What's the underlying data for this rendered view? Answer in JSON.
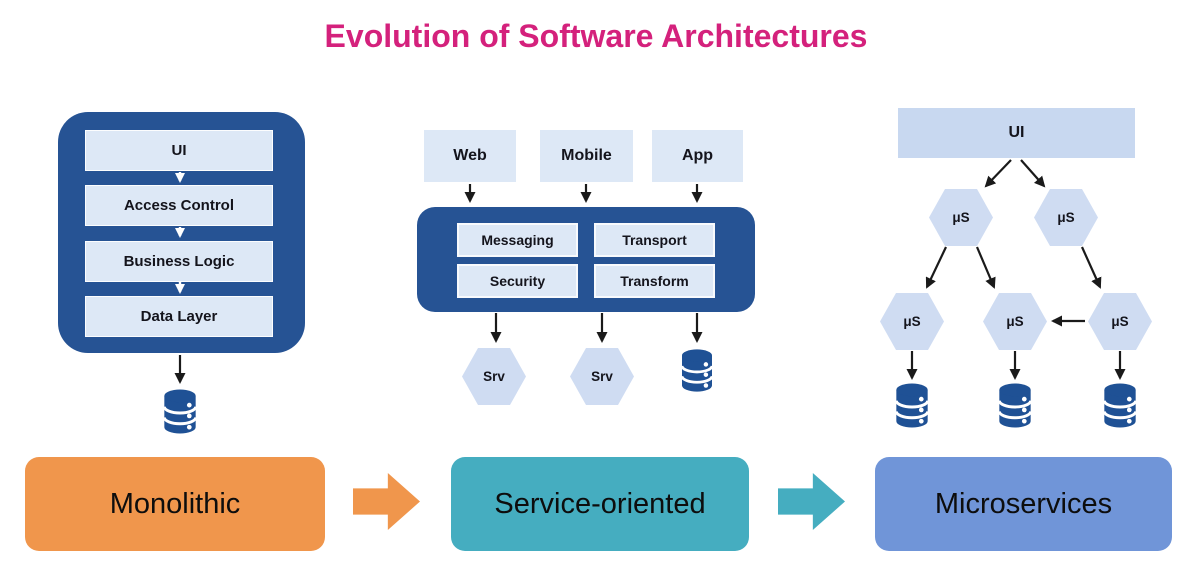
{
  "title": "Evolution of Software Architectures",
  "monolith": {
    "layers": [
      "UI",
      "Access Control",
      "Business Logic",
      "Data Layer"
    ]
  },
  "soa": {
    "clients": [
      "Web",
      "Mobile",
      "App"
    ],
    "esb_components": [
      "Messaging",
      "Transport",
      "Security",
      "Transform"
    ],
    "service_nodes": [
      "Srv",
      "Srv"
    ]
  },
  "micro": {
    "ui_label": "UI",
    "nodes": [
      "μS",
      "μS",
      "μS",
      "μS",
      "μS"
    ]
  },
  "stages": [
    "Monolithic",
    "Service-oriented",
    "Microservices"
  ],
  "icons": {
    "database": "database-icon (stacked cylinder)"
  },
  "colors": {
    "title-pink": "#d4217c",
    "container-blue": "#265394",
    "box-light-blue": "#dde8f6",
    "hexagon-blue": "#cfdcf2",
    "ui-bar-blue": "#c8d8f0",
    "database-blue": "#1f5195",
    "stage-monolithic": "#f0964c",
    "stage-soa": "#45adc0",
    "stage-microservices": "#7095d8",
    "arrow-black": "#1a1a1a",
    "text-dark": "#14141c"
  }
}
